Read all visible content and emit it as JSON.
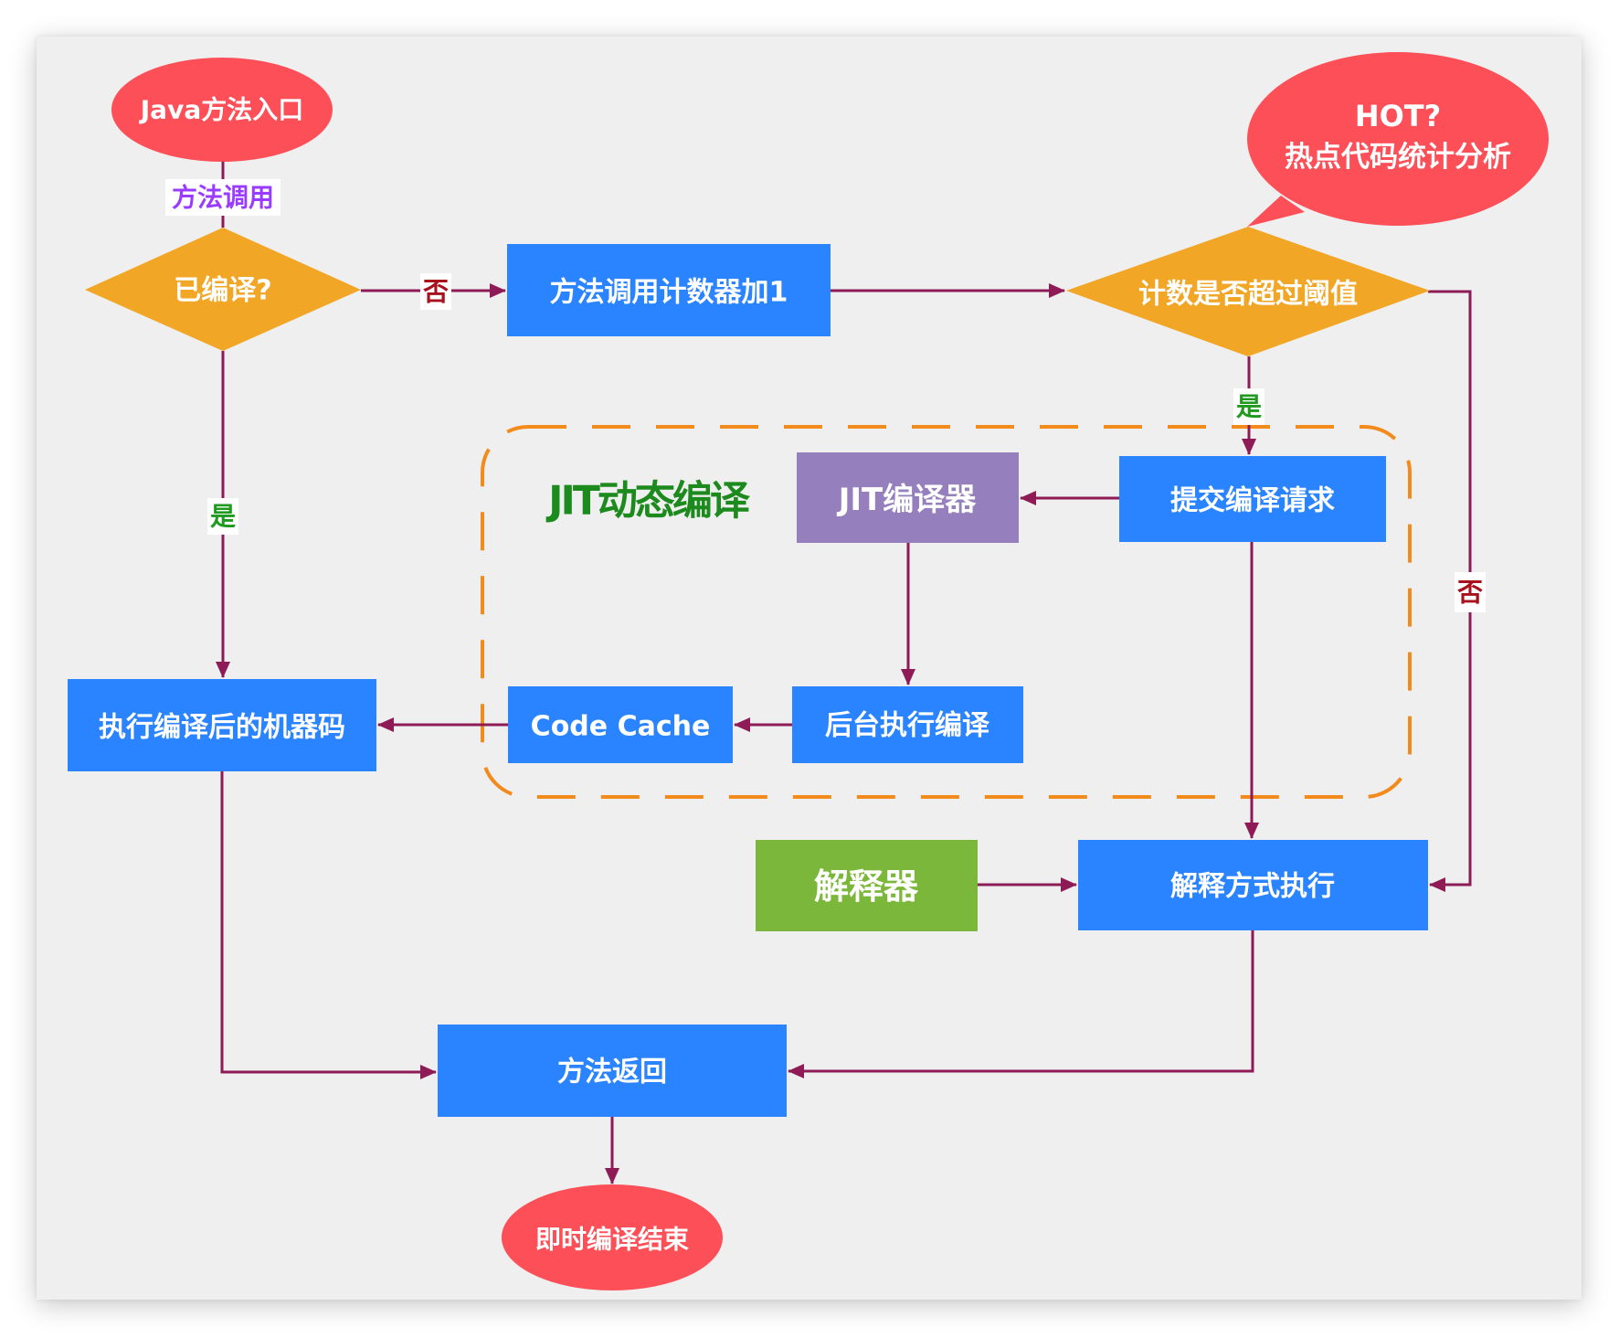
{
  "colors": {
    "canvas": "#efefef",
    "process": "#2b84ff",
    "decision": "#f2a626",
    "terminal": "#fd4f57",
    "compiler": "#9580bd",
    "interpreter": "#7ab73a",
    "edge": "#8e1b55",
    "group_border": "#f28a1c",
    "group_title": "#1d8a1d",
    "label_yes": "#1f9a1f",
    "label_no": "#a8101c",
    "label_call": "#9a3cff"
  },
  "nodes": {
    "start": "Java方法入口",
    "compiled_check": "已编译?",
    "counter_inc": "方法调用计数器加1",
    "threshold_check": "计数是否超过阈值",
    "hot_line1": "HOT?",
    "hot_line2": "热点代码统计分析",
    "submit_request": "提交编译请求",
    "jit_compiler": "JIT编译器",
    "background_compile": "后台执行编译",
    "code_cache": "Code Cache",
    "exec_machine_code": "执行编译后的机器码",
    "interpreter": "解释器",
    "interpret_exec": "解释方式执行",
    "method_return": "方法返回",
    "end": "即时编译结束"
  },
  "group": {
    "title": "JIT动态编译"
  },
  "edge_labels": {
    "method_call": "方法调用",
    "compiled_no": "否",
    "compiled_yes": "是",
    "threshold_yes": "是",
    "threshold_no": "否"
  }
}
